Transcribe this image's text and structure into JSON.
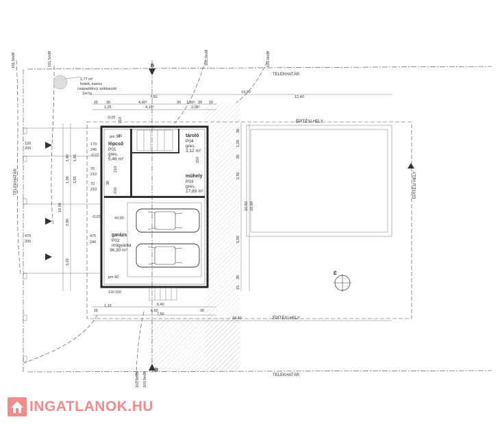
{
  "labels": {
    "telekhatar": "TELEKHATÁR",
    "epitesi_hely": "ÉPÍTÉSI HELY",
    "section_b": "B",
    "north": "É"
  },
  "contours": [
    "101,5mBf",
    "101,5mBf",
    "102,0mBf",
    "102,0mBf",
    "102,0mBf",
    "103,0mBf"
  ],
  "note": {
    "area": "1,77 m²",
    "line1": "fedett, kavics",
    "line2": "csapadékvíz szikkasztó",
    "line3": "1m³/g"
  },
  "rooms": {
    "taroló": {
      "name": "tároló",
      "code": "P04",
      "floor": "gres.",
      "area": "3,12 m²"
    },
    "lepcso": {
      "name": "lépcső",
      "code": "P01",
      "floor": "gres.",
      "area": "5,46 m²"
    },
    "muhely": {
      "name": "műhely",
      "code": "P03",
      "floor": "gres.",
      "area": "17,89 m²"
    },
    "garazs": {
      "name": "garázs",
      "code": "P02",
      "floor": "műgyanta",
      "area": "36,30 m²"
    }
  },
  "dims": {
    "top_7_50": "7,50",
    "top_19_90": "19,90",
    "top_12_40": "12,40",
    "top_15a": "15",
    "top_30a": "30",
    "top_4_90": "4,90⁵",
    "top_30b": "30",
    "top_1_60": "1,60⁵",
    "top_30c": "30",
    "top_15b": "15",
    "top_1_25": "1,25",
    "top_4_16": "4,16⁵",
    "top_2_08": "2,08⁵",
    "bot_6_60": "6,60",
    "bot_6_40": "6,40",
    "bot_7_50": "7,50",
    "bot_18_40": "18,40",
    "bot_1_10": "1,10",
    "bot_110": "110",
    "bot_150": "150",
    "bot_15": "15",
    "bot_30": "30",
    "left_10_90": "10,90",
    "left_2_80": "2,80",
    "left_3_20": "3,20",
    "left_1_00": "1,00",
    "left_1_60": "1,60",
    "left_1_65": "1,65",
    "left_3_65": "3,65",
    "right_1_20": "1,20",
    "right_2_90": "2,90",
    "right_5_90": "5,90",
    "right_10_90": "10,90",
    "right_10_90b": "10,90",
    "right_30a": "30",
    "right_30b": "30",
    "right_30c": "30",
    "right_15": "15",
    "win_120": "120",
    "win_200": "200",
    "win_475": "475",
    "win_200b": "200",
    "d_170": "170",
    "d_245": "245",
    "d_m002": "-0,02",
    "d_m005": "-0,05",
    "d_pm30": "pm 30",
    "d_pm90": "pm 90",
    "d_210a": "210",
    "d_210b": "210",
    "d_70a": "70",
    "d_210c": "210",
    "d_70b": "70",
    "d_210d": "210",
    "d_000": "±0,00",
    "d_m002b": "-0,02",
    "d_475": "475",
    "d_240": "240",
    "d_30": "30",
    "d_210e": "210",
    "d_210f": "210",
    "d_30b": "30"
  },
  "brand": {
    "name": "INGATLANOK.HU",
    "color": "#f08c8c"
  }
}
